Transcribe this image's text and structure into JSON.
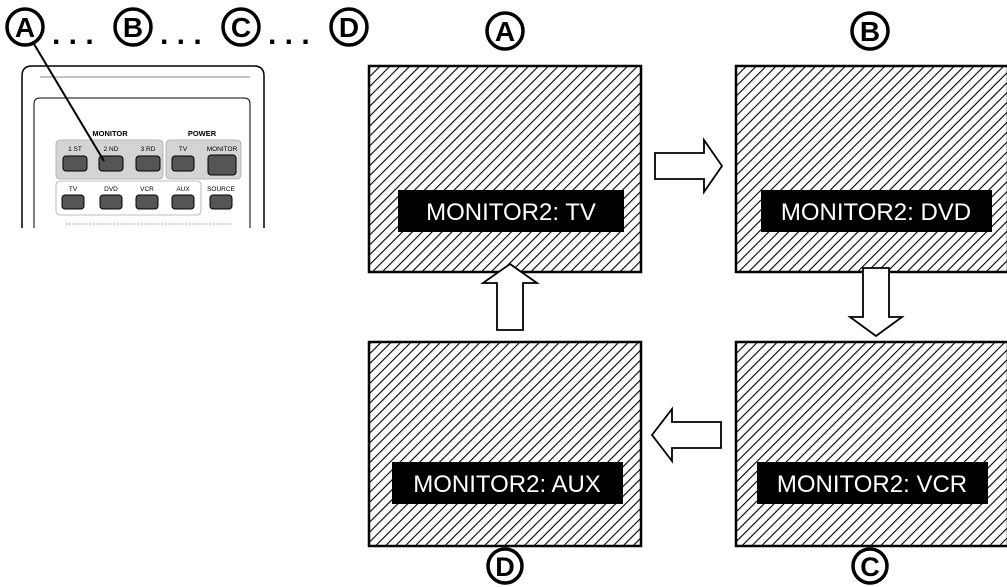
{
  "sequence": {
    "letters": [
      "A",
      "B",
      "C",
      "D"
    ],
    "separator": ". . ."
  },
  "remote": {
    "monitor_header": "MONITOR",
    "power_header": "POWER",
    "monitor_buttons": [
      "1 ST",
      "2 ND",
      "3 RD"
    ],
    "power_buttons": [
      "TV",
      "MONITOR"
    ],
    "source_buttons": [
      "TV",
      "DVD",
      "VCR",
      "AUX"
    ],
    "source_label": "SOURCE"
  },
  "screens": [
    {
      "letter": "A",
      "label": "MONITOR2: TV"
    },
    {
      "letter": "B",
      "label": "MONITOR2: DVD"
    },
    {
      "letter": "C",
      "label": "MONITOR2: VCR"
    },
    {
      "letter": "D",
      "label": "MONITOR2: AUX"
    }
  ],
  "colors": {
    "ink": "#000000",
    "button_fill": "#555555",
    "panel_gray": "#d4d4d4",
    "remote_gray": "#c8c8c8",
    "hatch": "#000000"
  }
}
